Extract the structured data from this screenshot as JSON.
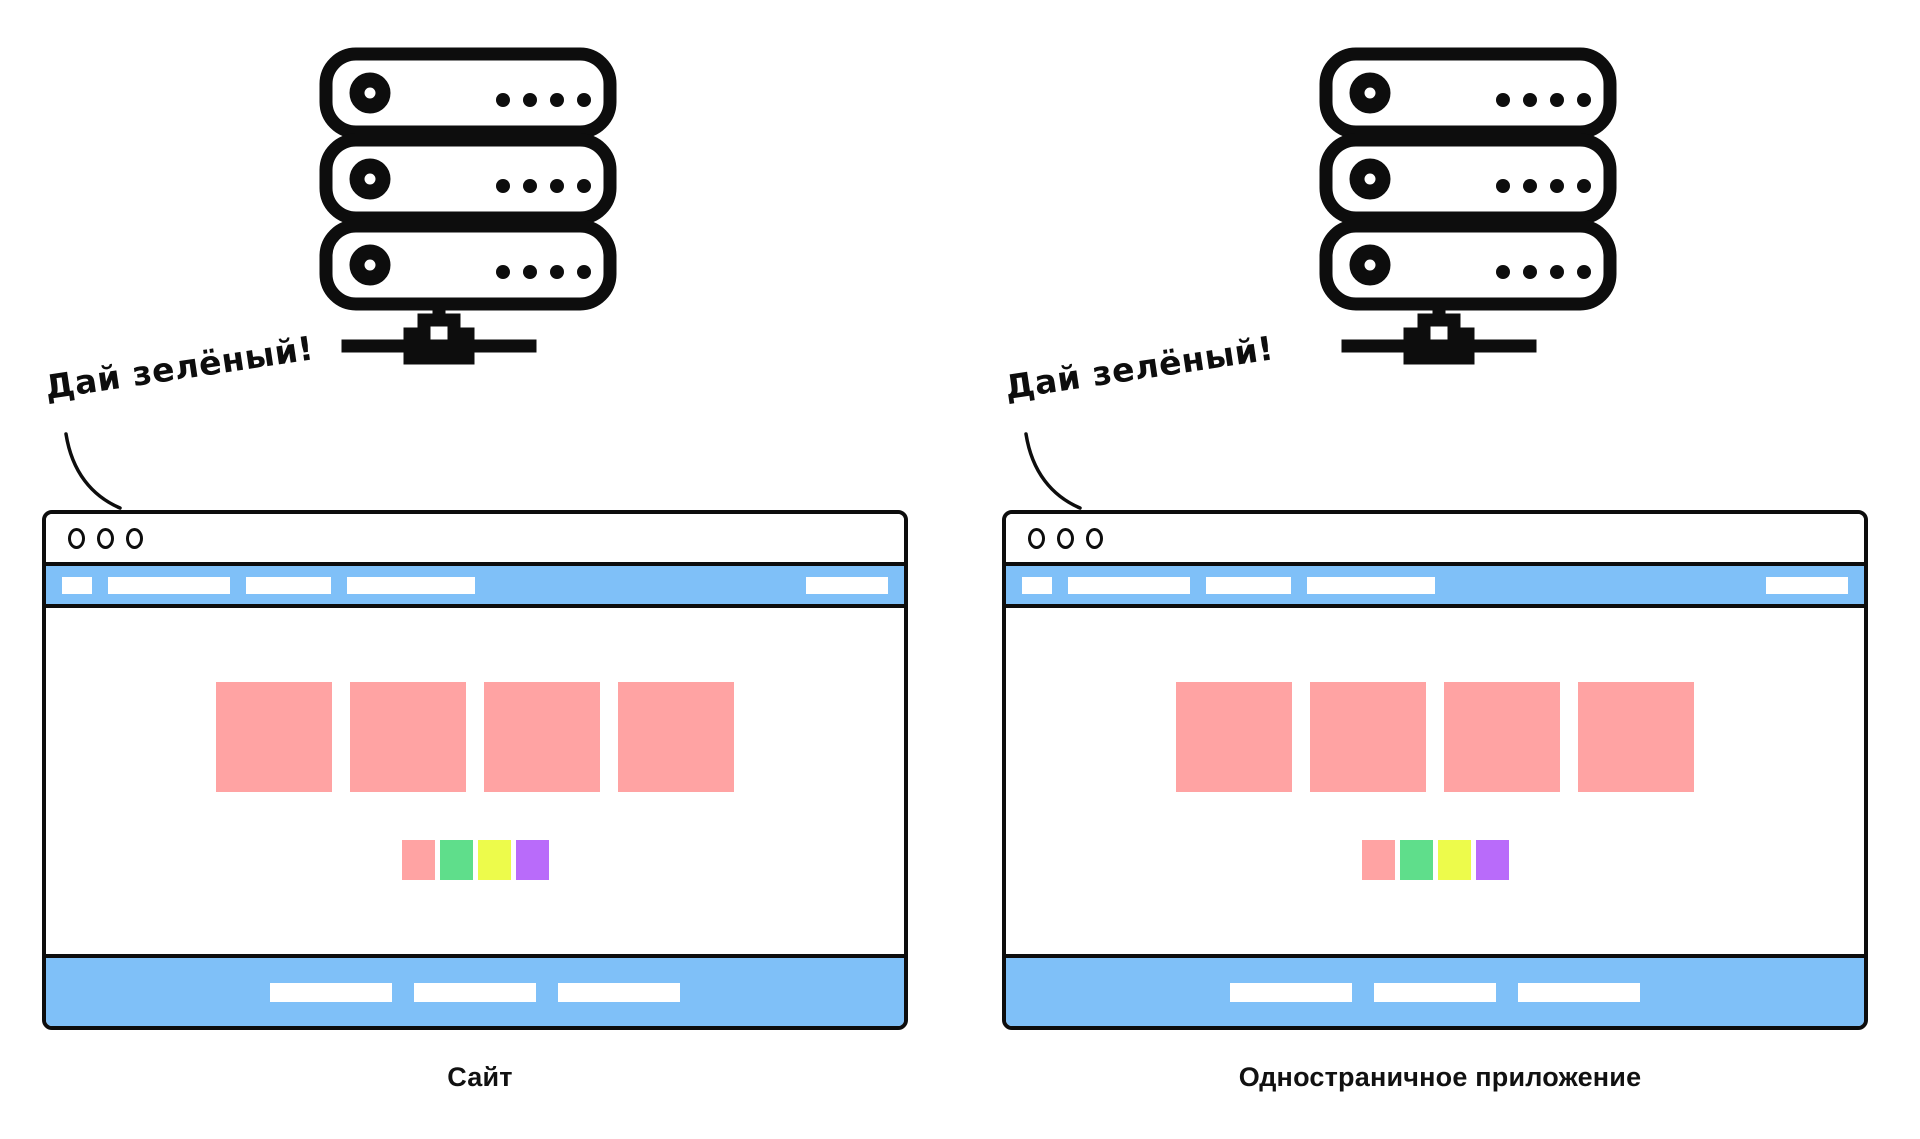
{
  "diagram": {
    "title_hidden": "",
    "colors": {
      "accent_blue": "#7FC0F8",
      "card_pink": "#FFA3A3",
      "swatch_pink": "#FFA3A3",
      "swatch_green": "#5FDE8B",
      "swatch_yellow": "#EDFB4B",
      "swatch_purple": "#B96BFA",
      "stroke": "#0D0D0D",
      "background": "#FFFFFF"
    },
    "panels": [
      {
        "id": "website",
        "server_icon_name": "server-rack-icon",
        "callout": "Дай зелёный!",
        "connector_name": "curved-connector-line",
        "browser": {
          "window_controls": [
            "circle",
            "circle",
            "circle"
          ],
          "navbar": {
            "items": [
              {
                "name": "nav-logo",
                "width": 30
              },
              {
                "name": "nav-link-1",
                "width": 122
              },
              {
                "name": "nav-link-2",
                "width": 85
              },
              {
                "name": "nav-link-3",
                "width": 128
              }
            ],
            "right_items": [
              {
                "name": "nav-action",
                "width": 82
              }
            ]
          },
          "cards": [
            {
              "name": "content-card-1",
              "color": "#FFA3A3"
            },
            {
              "name": "content-card-2",
              "color": "#FFA3A3"
            },
            {
              "name": "content-card-3",
              "color": "#FFA3A3"
            },
            {
              "name": "content-card-4",
              "color": "#FFA3A3"
            }
          ],
          "swatches": [
            {
              "name": "swatch-pink",
              "color": "#FFA3A3"
            },
            {
              "name": "swatch-green",
              "color": "#5FDE8B"
            },
            {
              "name": "swatch-yellow",
              "color": "#EDFB4B"
            },
            {
              "name": "swatch-purple",
              "color": "#B96BFA"
            }
          ],
          "footer_items": [
            {
              "name": "footer-link-1",
              "width": 122
            },
            {
              "name": "footer-link-2",
              "width": 122
            },
            {
              "name": "footer-link-3",
              "width": 122
            }
          ]
        },
        "caption": "Сайт"
      },
      {
        "id": "spa",
        "server_icon_name": "server-rack-icon",
        "callout": "Дай зелёный!",
        "connector_name": "curved-connector-line",
        "browser": {
          "window_controls": [
            "circle",
            "circle",
            "circle"
          ],
          "navbar": {
            "items": [
              {
                "name": "nav-logo",
                "width": 30
              },
              {
                "name": "nav-link-1",
                "width": 122
              },
              {
                "name": "nav-link-2",
                "width": 85
              },
              {
                "name": "nav-link-3",
                "width": 128
              }
            ],
            "right_items": [
              {
                "name": "nav-action",
                "width": 82
              }
            ]
          },
          "cards": [
            {
              "name": "content-card-1",
              "color": "#FFA3A3"
            },
            {
              "name": "content-card-2",
              "color": "#FFA3A3"
            },
            {
              "name": "content-card-3",
              "color": "#FFA3A3"
            },
            {
              "name": "content-card-4",
              "color": "#FFA3A3"
            }
          ],
          "swatches": [
            {
              "name": "swatch-pink",
              "color": "#FFA3A3"
            },
            {
              "name": "swatch-green",
              "color": "#5FDE8B"
            },
            {
              "name": "swatch-yellow",
              "color": "#EDFB4B"
            },
            {
              "name": "swatch-purple",
              "color": "#B96BFA"
            }
          ],
          "footer_items": [
            {
              "name": "footer-link-1",
              "width": 122
            },
            {
              "name": "footer-link-2",
              "width": 122
            },
            {
              "name": "footer-link-3",
              "width": 122
            }
          ]
        },
        "caption": "Одностраничное приложение"
      }
    ]
  }
}
